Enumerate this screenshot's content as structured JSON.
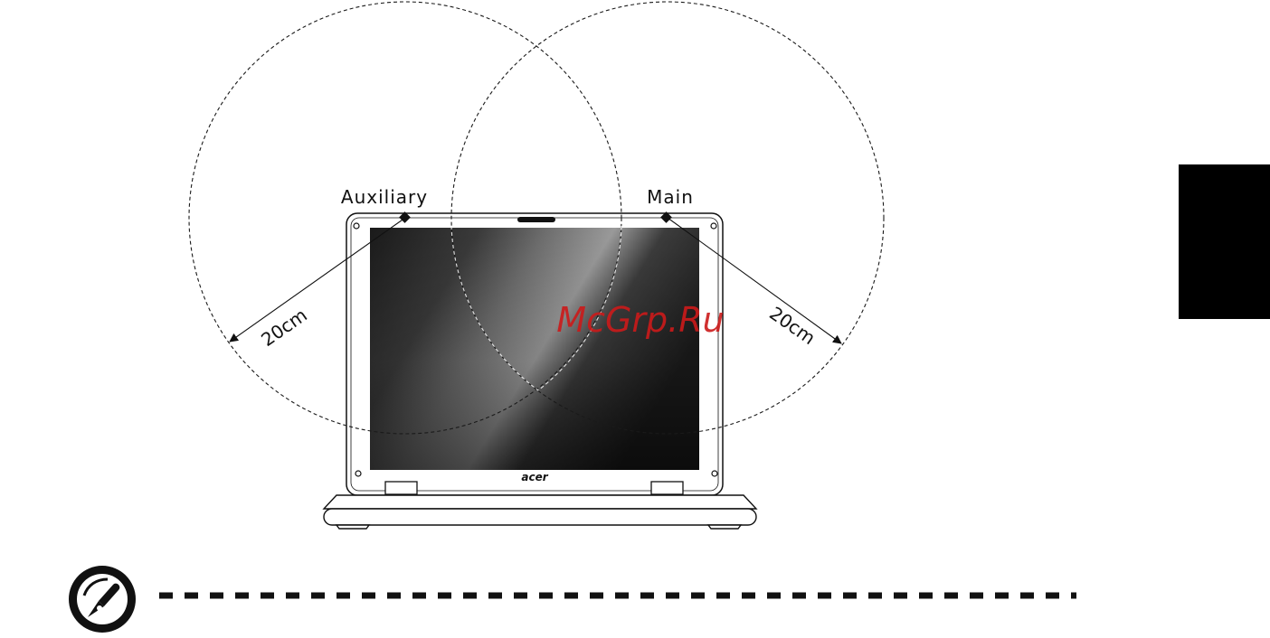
{
  "diagram": {
    "antenna_aux_label": "Auxiliary",
    "antenna_main_label": "Main",
    "distance_left": "20cm",
    "distance_right": "20cm",
    "brand_logo": "acer",
    "watermark": "McGrp.Ru"
  },
  "note": {
    "icon": "pen-note-icon"
  },
  "colors": {
    "ink": "#111111",
    "watermark": "#cc1a1a",
    "side_tab": "#000000"
  }
}
